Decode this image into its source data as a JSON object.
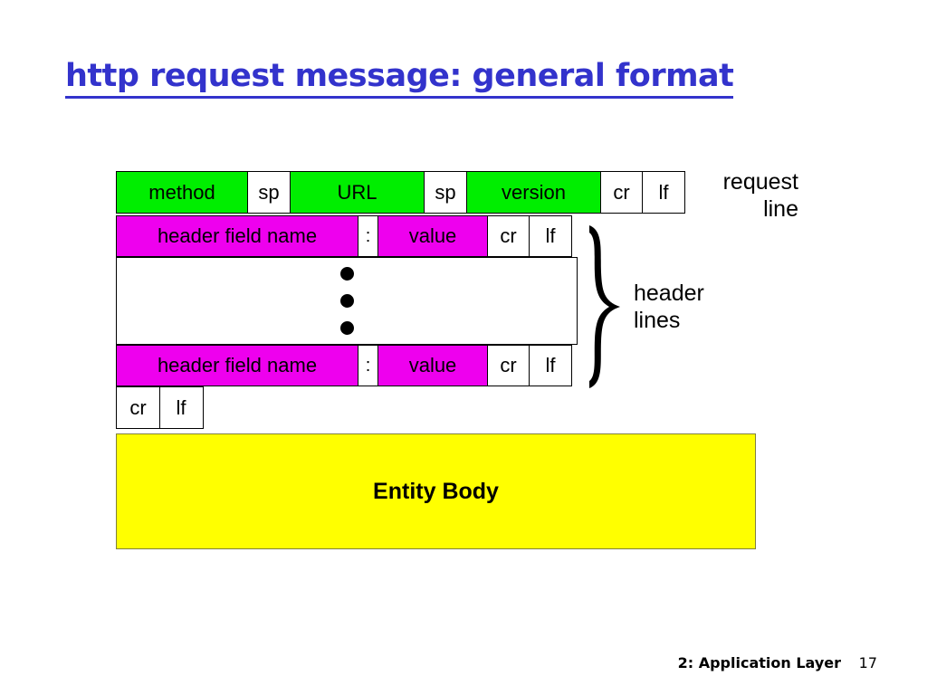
{
  "slide": {
    "title": "http request message: general format",
    "title_color": "#3333cc"
  },
  "diagram": {
    "request_line": {
      "annotation": "request\nline",
      "cells": [
        {
          "label": "method",
          "fill": "#00ee00"
        },
        {
          "label": "sp",
          "fill": "#ffffff"
        },
        {
          "label": "URL",
          "fill": "#00ee00"
        },
        {
          "label": "sp",
          "fill": "#ffffff"
        },
        {
          "label": "version",
          "fill": "#00ee00"
        },
        {
          "label": "cr",
          "fill": "#ffffff"
        },
        {
          "label": "lf",
          "fill": "#ffffff"
        }
      ]
    },
    "header_lines": {
      "annotation": "header\nlines",
      "brace": "right-curly-brace",
      "first_row": [
        {
          "label": "header field name",
          "fill": "#ee00ee"
        },
        {
          "label": ":",
          "fill": "#ffffff"
        },
        {
          "label": "value",
          "fill": "#ee00ee"
        },
        {
          "label": "cr",
          "fill": "#ffffff"
        },
        {
          "label": "lf",
          "fill": "#ffffff"
        }
      ],
      "ellipsis_dots": 3,
      "last_row": [
        {
          "label": "header field name",
          "fill": "#ee00ee"
        },
        {
          "label": ":",
          "fill": "#ffffff"
        },
        {
          "label": "value",
          "fill": "#ee00ee"
        },
        {
          "label": "cr",
          "fill": "#ffffff"
        },
        {
          "label": "lf",
          "fill": "#ffffff"
        }
      ]
    },
    "blank_line": [
      {
        "label": "cr",
        "fill": "#ffffff"
      },
      {
        "label": "lf",
        "fill": "#ffffff"
      }
    ],
    "entity_body": {
      "label": "Entity Body",
      "fill": "#ffff00"
    }
  },
  "footer": {
    "text": "2: Application Layer",
    "page": "17"
  }
}
